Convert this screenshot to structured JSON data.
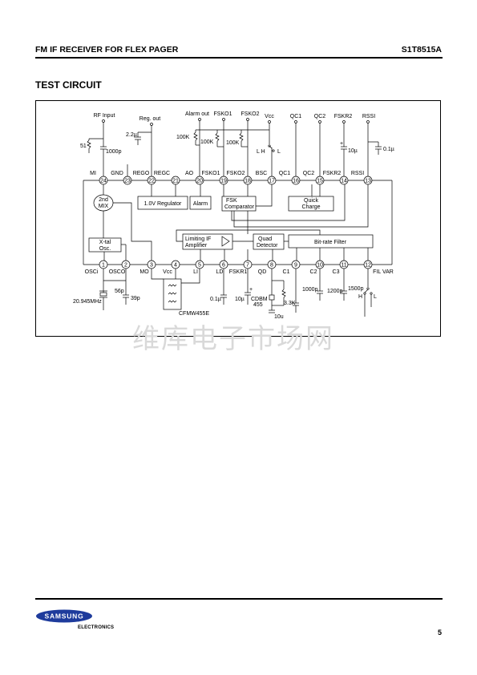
{
  "header": {
    "title": "FM IF RECEIVER FOR FLEX PAGER",
    "part_number": "S1T8515A"
  },
  "section_title": "TEST CIRCUIT",
  "circuit": {
    "pins_top": [
      {
        "num": "24",
        "label": "MI"
      },
      {
        "num": "23",
        "label": "GND"
      },
      {
        "num": "22",
        "label": "REGO"
      },
      {
        "num": "21",
        "label": "REGC"
      },
      {
        "num": "20",
        "label": "AO"
      },
      {
        "num": "19",
        "label": "FSKO1"
      },
      {
        "num": "18",
        "label": "FSKO2"
      },
      {
        "num": "17",
        "label": "BSC"
      },
      {
        "num": "16",
        "label": "QC1"
      },
      {
        "num": "15",
        "label": "QC2"
      },
      {
        "num": "14",
        "label": "FSKR2"
      },
      {
        "num": "13",
        "label": "RSSI"
      }
    ],
    "pins_bottom": [
      {
        "num": "1",
        "label": "OSCi"
      },
      {
        "num": "2",
        "label": "OSCO"
      },
      {
        "num": "3",
        "label": "MO"
      },
      {
        "num": "4",
        "label": "Vcc"
      },
      {
        "num": "5",
        "label": "LI"
      },
      {
        "num": "6",
        "label": "LD"
      },
      {
        "num": "7",
        "label": "FSKR1"
      },
      {
        "num": "8",
        "label": "QD"
      },
      {
        "num": "9",
        "label": "C1"
      },
      {
        "num": "10",
        "label": "C2"
      },
      {
        "num": "11",
        "label": "C3"
      },
      {
        "num": "12",
        "label": "FIL VAR"
      }
    ],
    "terminals": {
      "rf_input": "RF Input",
      "reg_out": "Reg. out",
      "alarm_out": "Alarm out",
      "fsko1": "FSKO1",
      "fsko2": "FSKO2",
      "vcc": "Vcc",
      "qc1": "QC1",
      "qc2": "QC2",
      "fskr2": "FSKR2",
      "rssi": "RSSI"
    },
    "blocks": {
      "mix_line1": "2nd",
      "mix_line2": "MIX",
      "regulator": "1.0V Regulator",
      "alarm": "Alarm",
      "fsk_line1": "FSK",
      "fsk_line2": "Comparator",
      "quick_line1": "Quick",
      "quick_line2": "Charge",
      "xtal_line1": "X-tal",
      "xtal_line2": "Osc.",
      "lim_line1": "Limiting IF",
      "lim_line2": "Amplifier",
      "quad_line1": "Quad",
      "quad_line2": "Detector",
      "bitrate": "Bit-rate Filter"
    },
    "components": {
      "r51": "51",
      "c1000p_top": "1000p",
      "c2_2u": "2.2µ",
      "r100k_a": "100K",
      "r100k_b": "100K",
      "r100k_c": "100K",
      "sw_top": "L H",
      "sw_top_l": "L",
      "c10u_top": "10µ",
      "c0_1u_top": "0.1µ",
      "xtal": "20.945MHz",
      "c56p": "56p",
      "c39p": "39p",
      "filter": "CFMW455E",
      "c0_1u_bot": "0.1µ",
      "c10u_bot": "10µ",
      "cdbm_1": "CDBM",
      "cdbm_2": "455",
      "r3_3k": "3.3K",
      "c10u_qd": "10u",
      "c1000p_bot": "1000p",
      "c1200p": "1200p",
      "c1500p": "1500p",
      "sw_bot": "H",
      "sw_bot_l": "L",
      "plus": "+"
    }
  },
  "watermark": "维库电子市场网",
  "footer": {
    "logo_text": "SAMSUNG",
    "logo_sub": "ELECTRONICS",
    "page_number": "5"
  },
  "colors": {
    "logo_blue": "#1e3b9c",
    "watermark": "#d9d9d9"
  }
}
